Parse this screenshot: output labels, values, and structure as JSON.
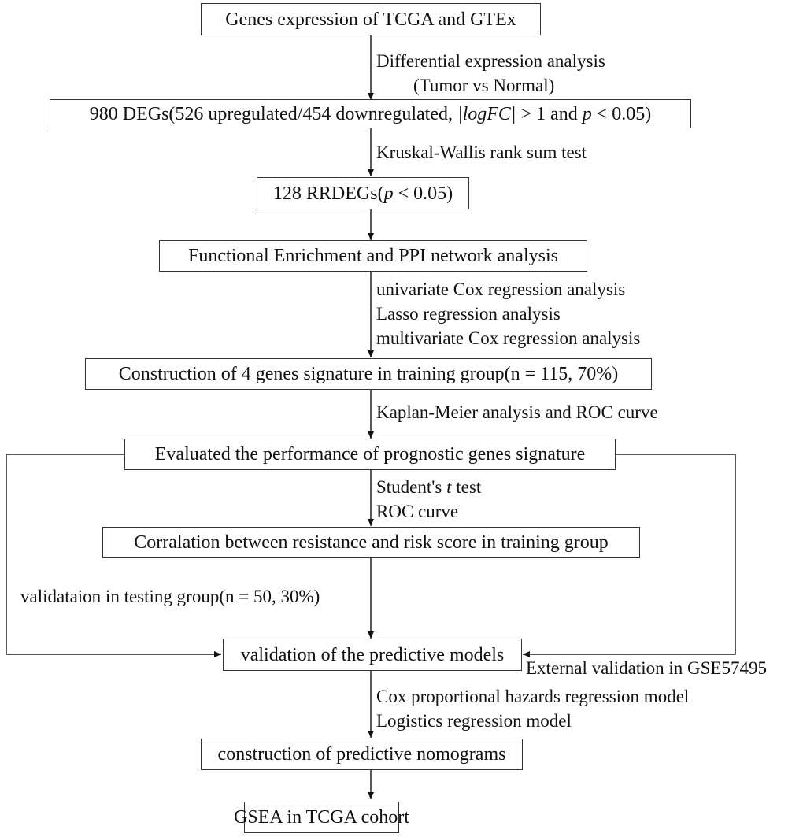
{
  "diagram": {
    "type": "flowchart",
    "nodes": [
      {
        "id": "n1",
        "text": "Genes expression of TCGA and GTEx"
      },
      {
        "id": "n2",
        "prefix": "980 DEGs(526 upregulated/454 downregulated, ",
        "italic1": "|logFC|",
        "mid": " > 1 and ",
        "italic2": "p",
        "suffix": " < 0.05)"
      },
      {
        "id": "n3",
        "prefix": "128 RRDEGs(",
        "italic": "p",
        "suffix": " < 0.05)"
      },
      {
        "id": "n4",
        "text": "Functional Enrichment and PPI network analysis"
      },
      {
        "id": "n5",
        "text": "Construction of 4 genes signature in training group(n = 115, 70%)"
      },
      {
        "id": "n6",
        "text": "Evaluated the performance of prognostic genes signature"
      },
      {
        "id": "n7",
        "text": "Corralation between resistance and risk score in training group"
      },
      {
        "id": "n8",
        "text": "validation of the predictive models"
      },
      {
        "id": "n9",
        "text": "construction of predictive nomograms"
      },
      {
        "id": "n10",
        "text": "GSEA in TCGA cohort"
      }
    ],
    "edge_labels": {
      "e1": [
        "Differential expression analysis",
        "(Tumor vs Normal)"
      ],
      "e2": [
        "Kruskal-Wallis rank sum test"
      ],
      "e4": [
        "univariate Cox regression analysis",
        "Lasso regression analysis",
        "multivariate Cox regression analysis"
      ],
      "e5": [
        "Kaplan-Meier analysis and ROC curve"
      ],
      "e6": {
        "line1_prefix": "Student's ",
        "line1_italic": "t",
        "line1_suffix": " test",
        "line2": "ROC curve"
      },
      "e7": [
        "validataion in testing group(n = 50, 30%)"
      ],
      "e_right": [
        "External validation in GSE57495"
      ],
      "e8": [
        "Cox proportional hazards regression model",
        "Logistics regression model"
      ]
    },
    "edges": [
      {
        "from": "n1",
        "to": "n2"
      },
      {
        "from": "n2",
        "to": "n3"
      },
      {
        "from": "n3",
        "to": "n4"
      },
      {
        "from": "n4",
        "to": "n5"
      },
      {
        "from": "n5",
        "to": "n6"
      },
      {
        "from": "n6",
        "to": "n7"
      },
      {
        "from": "n7",
        "to": "n8"
      },
      {
        "from": "n6",
        "to": "n8",
        "route": "left loop"
      },
      {
        "from": "n6",
        "to": "n8",
        "route": "right loop"
      },
      {
        "from": "n8",
        "to": "n9"
      },
      {
        "from": "n9",
        "to": "n10"
      }
    ]
  }
}
